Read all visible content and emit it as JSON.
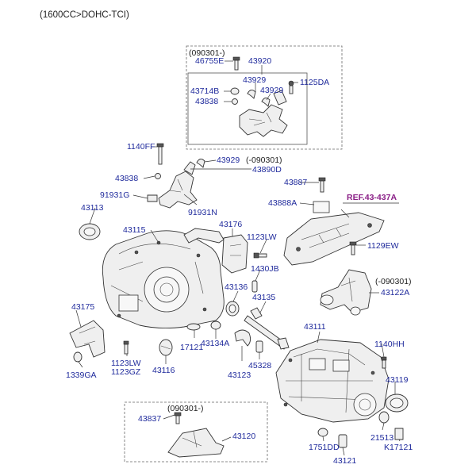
{
  "header": "(1600CC>DOHC-TCI)",
  "date_codes": {
    "top_box": "(090301-)",
    "fork_group": "(-090301)",
    "bracket_group": "(-090301)",
    "bottom_box": "(090301-)"
  },
  "reference": {
    "label": "REF.43-437A",
    "color": "#8a1e86"
  },
  "colors": {
    "label": "#1f2a9c",
    "line": "#333333",
    "part_fill": "#efefef"
  },
  "parts": {
    "p46755E": "46755E",
    "p43920": "43920",
    "p43929a": "43929",
    "p1125DA": "1125DA",
    "p43714B": "43714B",
    "p43929b": "43929",
    "p43838a": "43838",
    "p1140FF": "1140FF",
    "p43929c": "43929",
    "p43890D": "43890D",
    "p43838b": "43838",
    "p91931G": "91931G",
    "p43113": "43113",
    "p91931N": "91931N",
    "p43887": "43887",
    "p43888A": "43888A",
    "p43176": "43176",
    "p43115": "43115",
    "p1123LWa": "1123LW",
    "p1129EW": "1129EW",
    "p1430JB": "1430JB",
    "p43122A": "43122A",
    "p43136": "43136",
    "p43135": "43135",
    "p43175": "43175",
    "p43111": "43111",
    "p17121": "17121",
    "p43134A": "43134A",
    "p1140HH": "1140HH",
    "p1123LWb": "1123LW",
    "p1123GZ": "1123GZ",
    "p43116": "43116",
    "p43123": "43123",
    "p45328": "45328",
    "p1339GA": "1339GA",
    "p43119": "43119",
    "p43837": "43837",
    "p43120": "43120",
    "p21513": "21513",
    "p1751DD": "1751DD",
    "pK17121": "K17121",
    "p43121": "43121"
  }
}
